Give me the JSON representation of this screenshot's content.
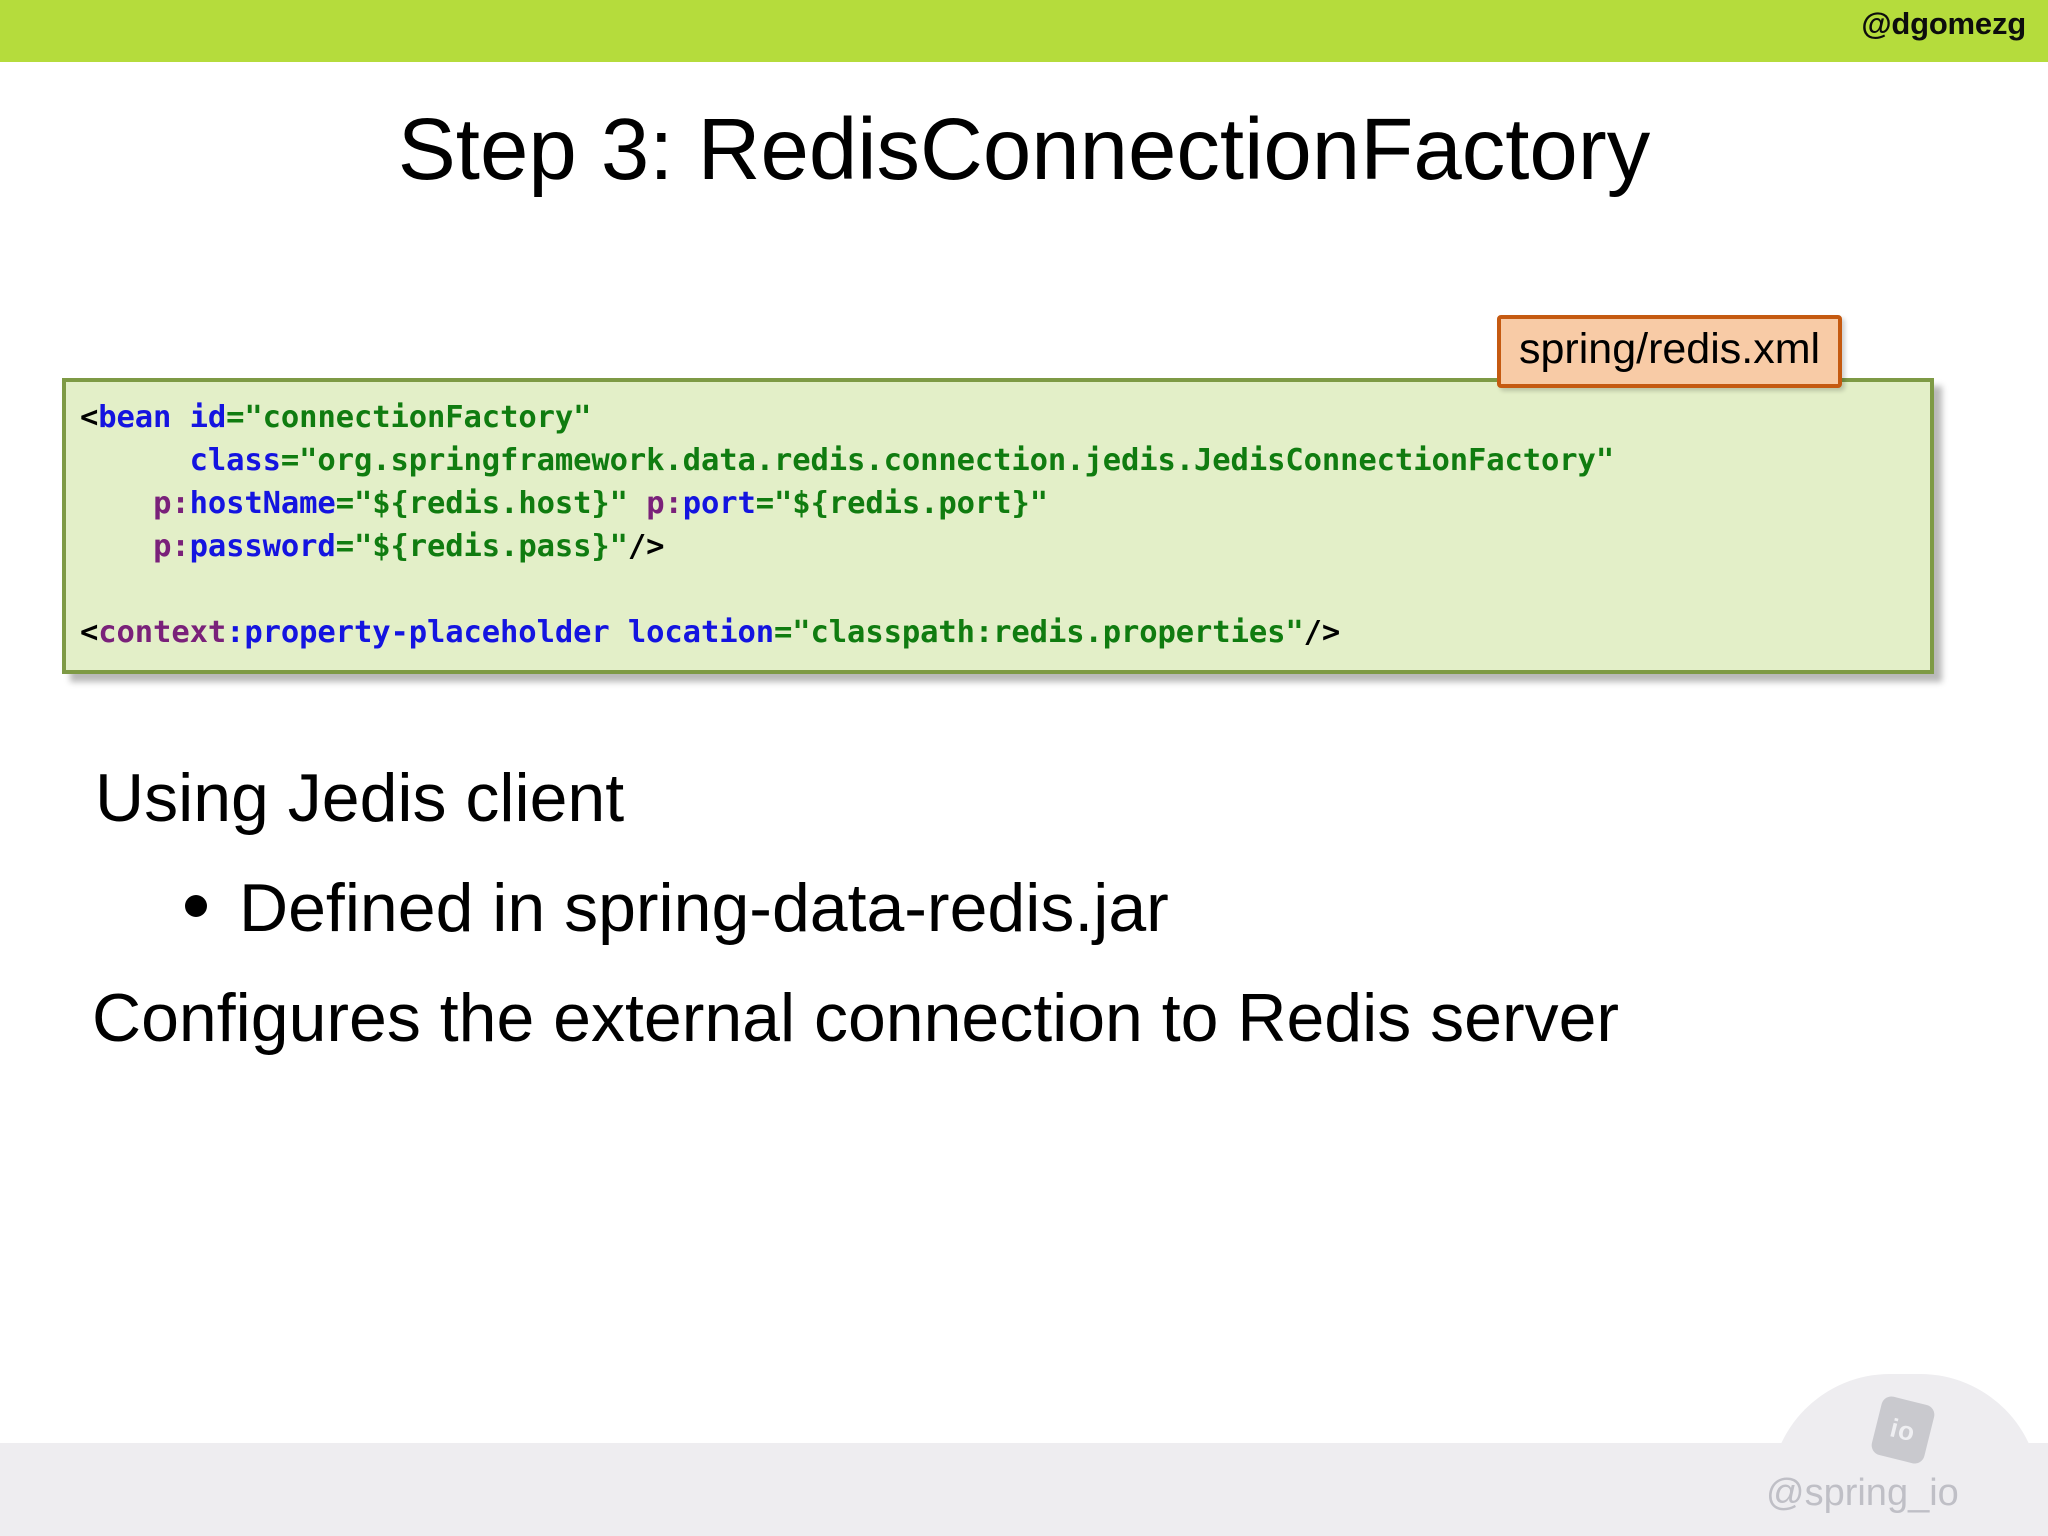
{
  "header": {
    "handle": "@dgomezg",
    "band_color": "#B5DC3C"
  },
  "title": "Step 3: RedisConnectionFactory",
  "code_panel": {
    "file_badge": "spring/redis.xml",
    "background_color": "#E3EFC8",
    "border_color": "#7E9A45",
    "badge_fill": "#F8CBA6",
    "badge_border": "#C55A11",
    "language": "xml",
    "lines": [
      {
        "tokens": [
          {
            "t": "<",
            "c": "punct"
          },
          {
            "t": "bean",
            "c": "name"
          },
          {
            "t": " ",
            "c": "plain"
          },
          {
            "t": "id",
            "c": "name"
          },
          {
            "t": "=",
            "c": "eq"
          },
          {
            "t": "\"connectionFactory\"",
            "c": "str"
          }
        ]
      },
      {
        "tokens": [
          {
            "t": "      ",
            "c": "plain"
          },
          {
            "t": "class",
            "c": "name"
          },
          {
            "t": "=",
            "c": "eq"
          },
          {
            "t": "\"org.springframework.data.redis.connection.jedis.JedisConnectionFactory\"",
            "c": "str"
          }
        ]
      },
      {
        "tokens": [
          {
            "t": "    ",
            "c": "plain"
          },
          {
            "t": "p",
            "c": "tag"
          },
          {
            "t": ":",
            "c": "tag"
          },
          {
            "t": "hostName",
            "c": "name"
          },
          {
            "t": "=",
            "c": "eq"
          },
          {
            "t": "\"${redis.host}\"",
            "c": "str"
          },
          {
            "t": " ",
            "c": "plain"
          },
          {
            "t": "p",
            "c": "tag"
          },
          {
            "t": ":",
            "c": "tag"
          },
          {
            "t": "port",
            "c": "name"
          },
          {
            "t": "=",
            "c": "eq"
          },
          {
            "t": "\"${redis.port}\"",
            "c": "str"
          }
        ]
      },
      {
        "tokens": [
          {
            "t": "    ",
            "c": "plain"
          },
          {
            "t": "p",
            "c": "tag"
          },
          {
            "t": ":",
            "c": "tag"
          },
          {
            "t": "password",
            "c": "name"
          },
          {
            "t": "=",
            "c": "eq"
          },
          {
            "t": "\"${redis.pass}\"",
            "c": "str"
          },
          {
            "t": "/>",
            "c": "punct"
          }
        ]
      },
      {
        "tokens": []
      },
      {
        "tokens": [
          {
            "t": "<",
            "c": "punct"
          },
          {
            "t": "context",
            "c": "tag"
          },
          {
            "t": ":property-placeholder",
            "c": "name"
          },
          {
            "t": " ",
            "c": "plain"
          },
          {
            "t": "location",
            "c": "name"
          },
          {
            "t": "=",
            "c": "eq"
          },
          {
            "t": "\"classpath:redis.properties\"",
            "c": "str"
          },
          {
            "t": "/>",
            "c": "punct"
          }
        ]
      }
    ]
  },
  "body": {
    "line1": "Using Jedis client",
    "bullet1": "Defined in spring-data-redis.jar",
    "line2": "Configures the external connection to Redis server"
  },
  "footer": {
    "logo_text": "io",
    "handle": "@spring_io",
    "band_color": "#EEEDF0"
  }
}
